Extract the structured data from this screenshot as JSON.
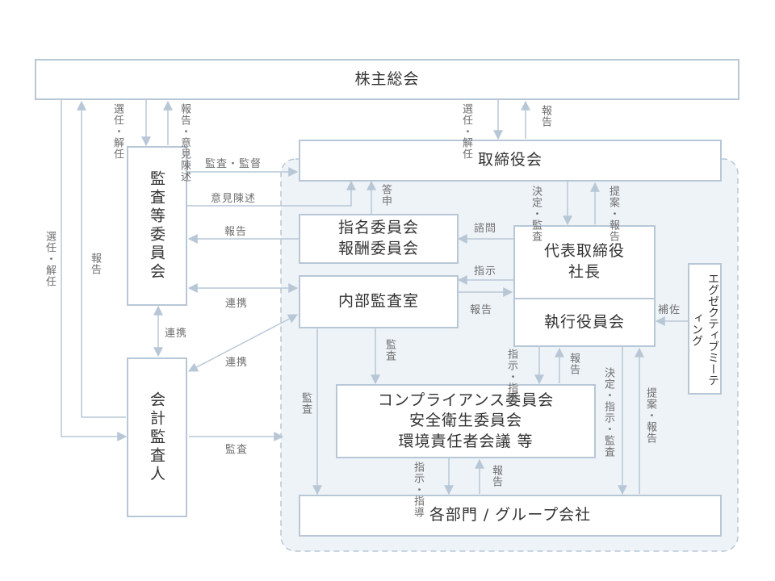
{
  "boxes": {
    "shareholders": "株主総会",
    "board": "取締役会",
    "audit_committee": "監査等委員会",
    "nomination": [
      "指名委員会",
      "報酬委員会"
    ],
    "president": [
      "代表取締役",
      "社長"
    ],
    "internal_audit": "内部監査室",
    "exec_officers": "執行役員会",
    "exec_meeting": "エグゼクティブミーティング",
    "accounting_auditor": "会計監査人",
    "compliance": [
      "コンプライアンス委員会",
      "安全衛生委員会",
      "環境責任者会議 等"
    ],
    "departments": "各部門 / グループ会社"
  },
  "labels": {
    "elect_dismiss_audit": "選任・解任",
    "report_opinion_audit": "報告・意見陳述",
    "elect_dismiss_board": "選任・解任",
    "report_board": "報告",
    "elect_dismiss_auditor": "選任・解任",
    "report_auditor": "報告",
    "audit_supervise": "監査・監督",
    "opinion_statement": "意見陳述",
    "report_from_nomination": "報告",
    "report_answer": "答申",
    "consult": "諮問",
    "instruct": "指示",
    "report_internal": "報告",
    "cooperate_internal": "連携",
    "cooperate_vertical": "連携",
    "cooperate_auditor": "連携",
    "decide_audit_board": "決定・監査",
    "propose_report_board": "提案・報告",
    "supplement": "補佐",
    "audit_internal_comp": "監査",
    "audit_internal_dept": "監査",
    "instruct_guide_exec": "指示・指導",
    "report_exec": "報告",
    "decide_instruct_audit": "決定・指示・監査",
    "propose_report_exec": "提案・報告",
    "instruct_guide_comp": "指示・指導",
    "report_comp": "報告",
    "audit_auditor": "監査"
  },
  "colors": {
    "border": "#b8c7d6",
    "line": "#b8c7d6",
    "panel": "#eef3f8",
    "text": "#333333",
    "label": "#6f6f6f"
  }
}
